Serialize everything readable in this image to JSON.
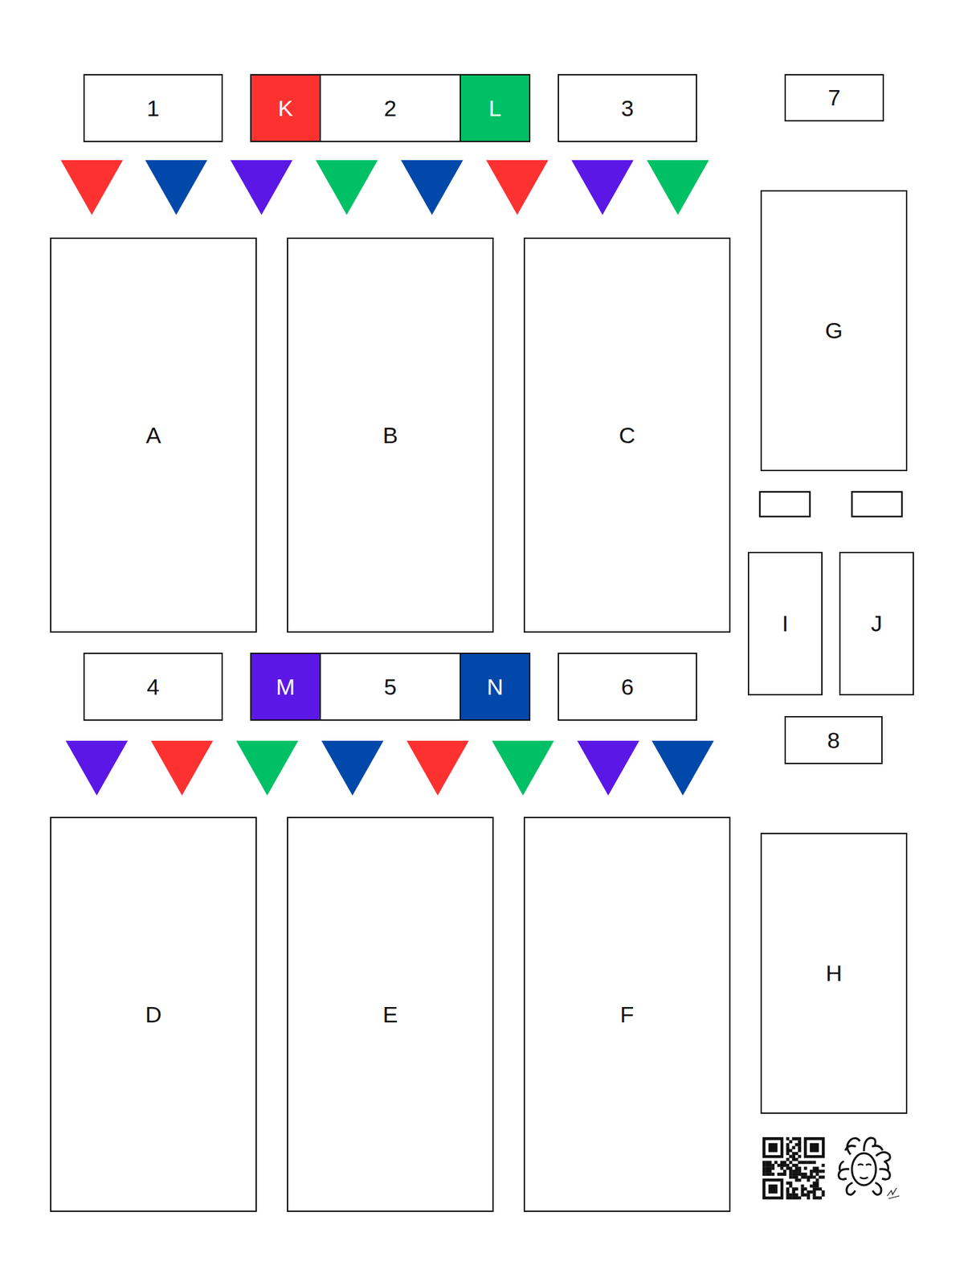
{
  "diagram": {
    "nodes": [
      {
        "text": [
          "1"
        ]
      },
      {
        "text": [
          "K"
        ]
      },
      {
        "text": [
          "2"
        ]
      },
      {
        "text": [
          "L"
        ]
      },
      {
        "text": [
          "3"
        ]
      },
      {
        "text": [
          "7"
        ]
      },
      {
        "text": [
          "A"
        ]
      },
      {
        "text": [
          "B"
        ]
      },
      {
        "text": [
          "C"
        ]
      },
      {
        "text": [
          "G"
        ]
      },
      {
        "text": [
          "I"
        ]
      },
      {
        "text": [
          "J"
        ]
      },
      {
        "text": [
          "4"
        ]
      },
      {
        "text": [
          "M"
        ]
      },
      {
        "text": [
          "5"
        ]
      },
      {
        "text": [
          "N"
        ]
      },
      {
        "text": [
          "6"
        ]
      },
      {
        "text": [
          "8"
        ]
      },
      {
        "text": [
          "D"
        ]
      },
      {
        "text": [
          "E"
        ]
      },
      {
        "text": [
          "F"
        ]
      },
      {
        "text": [
          "H"
        ]
      }
    ]
  }
}
